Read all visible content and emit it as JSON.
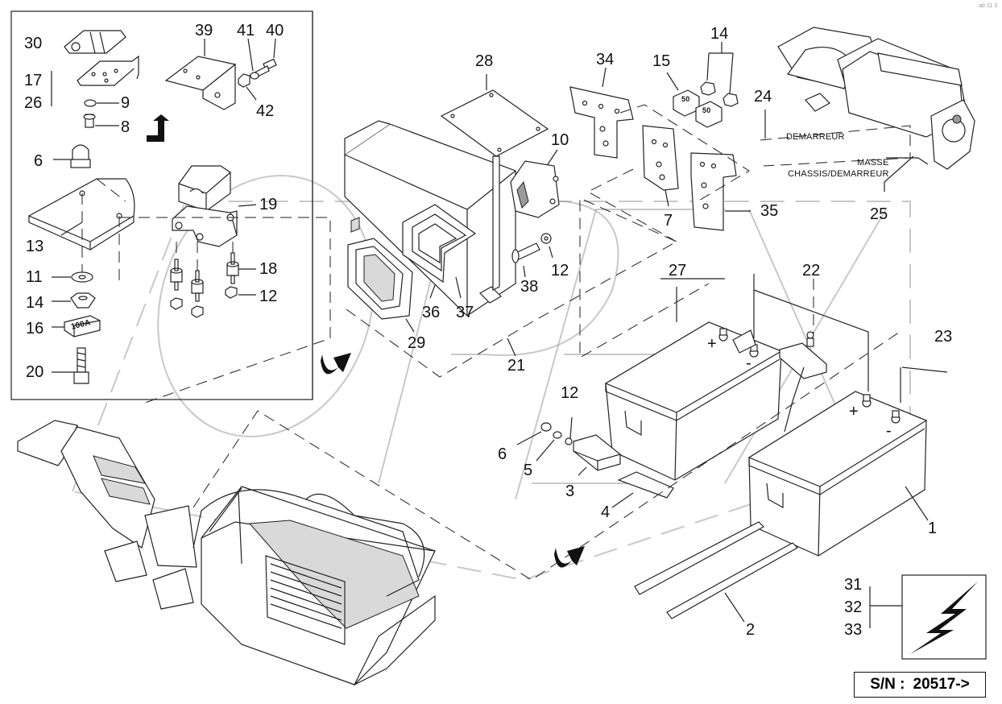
{
  "corner_mark": "ab 11 3",
  "callouts": [
    {
      "id": "30",
      "text": "30"
    },
    {
      "id": "17",
      "text": "17"
    },
    {
      "id": "26",
      "text": "26"
    },
    {
      "id": "9",
      "text": "9"
    },
    {
      "id": "8",
      "text": "8"
    },
    {
      "id": "6a",
      "text": "6"
    },
    {
      "id": "13",
      "text": "13"
    },
    {
      "id": "11",
      "text": "11"
    },
    {
      "id": "14a",
      "text": "14"
    },
    {
      "id": "16",
      "text": "16"
    },
    {
      "id": "20",
      "text": "20"
    },
    {
      "id": "39",
      "text": "39"
    },
    {
      "id": "41",
      "text": "41"
    },
    {
      "id": "40",
      "text": "40"
    },
    {
      "id": "42",
      "text": "42"
    },
    {
      "id": "19",
      "text": "19"
    },
    {
      "id": "18",
      "text": "18"
    },
    {
      "id": "12a",
      "text": "12"
    },
    {
      "id": "28",
      "text": "28"
    },
    {
      "id": "10",
      "text": "10"
    },
    {
      "id": "36",
      "text": "36"
    },
    {
      "id": "37",
      "text": "37"
    },
    {
      "id": "29",
      "text": "29"
    },
    {
      "id": "38",
      "text": "38"
    },
    {
      "id": "12b",
      "text": "12"
    },
    {
      "id": "21",
      "text": "21"
    },
    {
      "id": "34",
      "text": "34"
    },
    {
      "id": "15",
      "text": "15"
    },
    {
      "id": "14b",
      "text": "14"
    },
    {
      "id": "7",
      "text": "7"
    },
    {
      "id": "35",
      "text": "35"
    },
    {
      "id": "24",
      "text": "24"
    },
    {
      "id": "25",
      "text": "25"
    },
    {
      "id": "27",
      "text": "27"
    },
    {
      "id": "22",
      "text": "22"
    },
    {
      "id": "23",
      "text": "23"
    },
    {
      "id": "12c",
      "text": "12"
    },
    {
      "id": "6b",
      "text": "6"
    },
    {
      "id": "5",
      "text": "5"
    },
    {
      "id": "3",
      "text": "3"
    },
    {
      "id": "4",
      "text": "4"
    },
    {
      "id": "1",
      "text": "1"
    },
    {
      "id": "2",
      "text": "2"
    },
    {
      "id": "31",
      "text": "31"
    },
    {
      "id": "32",
      "text": "32"
    },
    {
      "id": "33",
      "text": "33"
    }
  ],
  "tags": {
    "demarreur": "DEMARREUR",
    "masse": "MASSE",
    "chassis_demarreur": "CHASSIS/DEMARREUR",
    "fuse_rating": "100A",
    "block_a": "50",
    "block_b": "50",
    "plus_1": "+",
    "minus_1": "-",
    "plus_2": "+",
    "minus_2": "-"
  },
  "serial": {
    "label": "S/N :",
    "value": "20517->"
  }
}
